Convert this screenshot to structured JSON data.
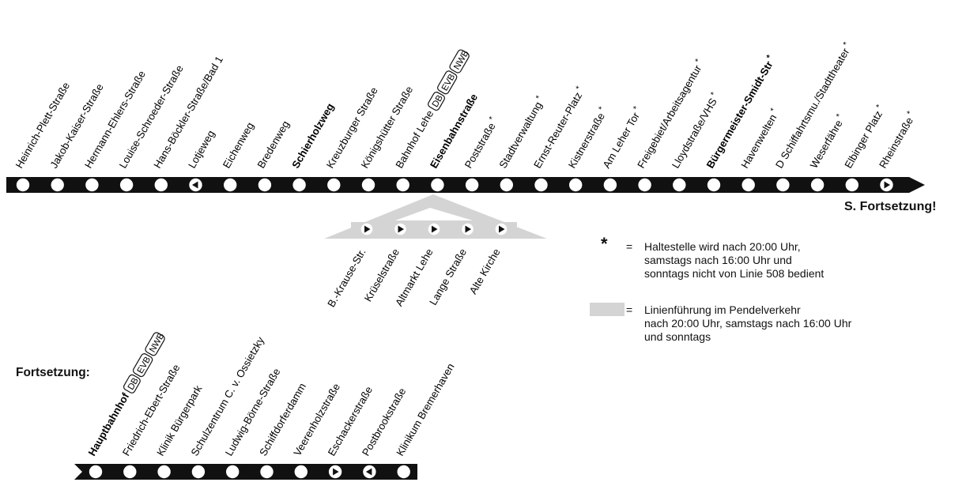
{
  "line_number": "508",
  "main_line": {
    "stops": [
      {
        "name": "Heinrich-Plett-Straße",
        "bold": false,
        "marker": "circle"
      },
      {
        "name": "Jakob-Kaiser-Straße",
        "bold": false,
        "marker": "circle"
      },
      {
        "name": "Hermann-Ehlers-Straße",
        "bold": false,
        "marker": "circle"
      },
      {
        "name": "Louise-Schroeder-Straße",
        "bold": false,
        "marker": "circle"
      },
      {
        "name": "Hans-Böckler-Straße/Bad 1",
        "bold": false,
        "marker": "circle"
      },
      {
        "name": "Lotjeweg",
        "bold": false,
        "marker": "arrow-left"
      },
      {
        "name": "Eichenweg",
        "bold": false,
        "marker": "circle"
      },
      {
        "name": "Bredenweg",
        "bold": false,
        "marker": "circle"
      },
      {
        "name": "Schierholzweg",
        "bold": true,
        "marker": "circle"
      },
      {
        "name": "Kreuzburger Straße",
        "bold": false,
        "marker": "circle"
      },
      {
        "name": "Königshütter Straße",
        "bold": false,
        "marker": "circle"
      },
      {
        "name": "Bahnhof Lehe",
        "bold": false,
        "marker": "circle",
        "badges": [
          "DB",
          "EVB",
          "NWB"
        ]
      },
      {
        "name": "Eisenbahnstraße",
        "bold": true,
        "marker": "circle"
      },
      {
        "name": "Poststraße",
        "bold": false,
        "marker": "circle",
        "star": true
      },
      {
        "name": "Stadtverwaltung",
        "bold": false,
        "marker": "circle",
        "star": true
      },
      {
        "name": "Ernst-Reuter-Platz",
        "bold": false,
        "marker": "circle",
        "star": true
      },
      {
        "name": "Kistnerstraße",
        "bold": false,
        "marker": "circle",
        "star": true
      },
      {
        "name": "Am Leher Tor",
        "bold": false,
        "marker": "circle",
        "star": true
      },
      {
        "name": "Freigebiet/Arbeitsagentur",
        "bold": false,
        "marker": "circle",
        "star": true
      },
      {
        "name": "Lloydstraße/VHS",
        "bold": false,
        "marker": "circle",
        "star": true
      },
      {
        "name": "Bürgermeister-Smidt-Str",
        "bold": true,
        "marker": "circle",
        "star": true
      },
      {
        "name": "Havenwelten",
        "bold": false,
        "marker": "circle",
        "star": true
      },
      {
        "name": "D Schiffahrtsmu./Stadttheater",
        "bold": false,
        "marker": "circle",
        "star": true
      },
      {
        "name": "Weserfähre",
        "bold": false,
        "marker": "circle",
        "star": true
      },
      {
        "name": "Elbinger Platz",
        "bold": false,
        "marker": "circle",
        "star": true
      },
      {
        "name": "Rheinstraße",
        "bold": false,
        "marker": "arrow-right",
        "star": true
      }
    ],
    "continuation_note": "S. Fortsetzung!"
  },
  "shuttle_branch": {
    "stops": [
      "B.-Krause-Str.",
      "Krüselstraße",
      "Altmarkt Lehe",
      "Lange Straße",
      "Alte Kirche"
    ]
  },
  "continuation": {
    "label": "Fortsetzung:",
    "stops": [
      {
        "name": "Hauptbahnhof",
        "bold": true,
        "marker": "circle",
        "badges": [
          "DB",
          "EVB",
          "NWB"
        ]
      },
      {
        "name": "Friedrich-Ebert-Straße",
        "bold": false,
        "marker": "circle"
      },
      {
        "name": "Klinik Bürgerpark",
        "bold": false,
        "marker": "circle"
      },
      {
        "name": "Schulzentrum C. v. Ossietzky",
        "bold": false,
        "marker": "circle"
      },
      {
        "name": "Ludwig-Börne-Straße",
        "bold": false,
        "marker": "circle"
      },
      {
        "name": "Schiffdorferdamm",
        "bold": false,
        "marker": "circle"
      },
      {
        "name": "Veerenholzstraße",
        "bold": false,
        "marker": "circle"
      },
      {
        "name": "Eschackerstraße",
        "bold": false,
        "marker": "arrow-right"
      },
      {
        "name": "Postbrookstraße",
        "bold": false,
        "marker": "arrow-left"
      },
      {
        "name": "Klinikum Bremerhaven",
        "bold": false,
        "marker": "circle"
      }
    ]
  },
  "legend": {
    "star_symbol": "*",
    "star_equals": "=",
    "star_lines": [
      "Haltestelle wird nach 20:00 Uhr,",
      "samstags nach 16:00 Uhr und",
      "sonntags nicht von Linie 508 bedient"
    ],
    "box_equals": "=",
    "box_lines": [
      "Linienführung im Pendelverkehr",
      "nach 20:00 Uhr, samstags nach 16:00 Uhr",
      "und sonntags"
    ]
  },
  "colors": {
    "line": "#111111",
    "stop": "#ffffff",
    "shuttle_area": "#d4d4d4",
    "text": "#111111"
  }
}
